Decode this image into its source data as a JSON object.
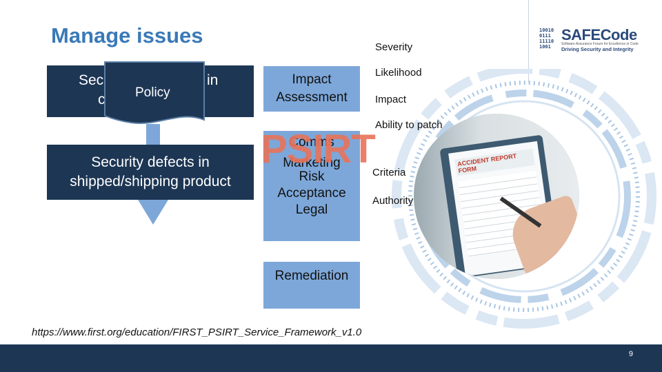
{
  "slide": {
    "title": "Manage issues",
    "box_top_left": {
      "left_text": "Sec",
      "right_text": "in",
      "second_line": "c"
    },
    "policy_label": "Policy",
    "box_bottom_left": {
      "line1": "Security defects in",
      "line2": "shipped/shipping product"
    },
    "column": {
      "impact_assessment": [
        "Impact",
        "Assessment"
      ],
      "comms": "Comms",
      "marketing": "Marketing",
      "risk": "Risk",
      "acceptance": "Acceptance",
      "legal": "Legal",
      "remediation": "Remediation"
    },
    "psirt": "PSIRT",
    "labels": [
      "Severity",
      "Likelihood",
      "Impact",
      "Ability to patch",
      "Criteria",
      "Authority"
    ],
    "url": "https://www.first.org/education/FIRST_PSIRT_Service_Framework_v1.0",
    "page_number": "9",
    "logo": {
      "binary": [
        "10010",
        "0111",
        "11110",
        "1001"
      ],
      "name": "SAFECode",
      "tagline1": "Software Assurance Forum for Excellence in Code",
      "tagline2": "Driving Security and Integrity"
    },
    "photo": {
      "form_title": "ACCIDENT REPORT FORM"
    },
    "colors": {
      "title": "#3a79b8",
      "navy": "#1d3654",
      "column": "#7da7d9",
      "psirt": "#e8735a"
    }
  }
}
